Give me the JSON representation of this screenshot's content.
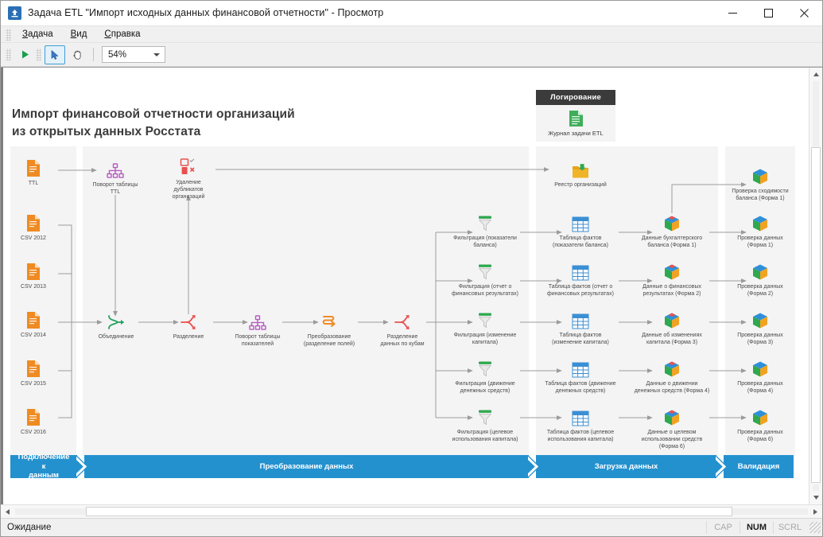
{
  "window": {
    "title": "Задача ETL \"Импорт исходных данных финансовой отчетности\" - Просмотр",
    "icon": "etl-app-icon",
    "minimize": "minimize-icon",
    "maximize": "maximize-icon",
    "close": "close-icon"
  },
  "menu": {
    "items": [
      {
        "accel": "З",
        "rest": "адача"
      },
      {
        "accel": "В",
        "rest": "ид"
      },
      {
        "accel": "С",
        "rest": "правка"
      }
    ]
  },
  "toolbar": {
    "run": "run-icon",
    "select_tool": "cursor-icon",
    "pan_tool": "hand-icon",
    "zoom_value": "54%"
  },
  "diagram": {
    "title_line1": "Импорт финансовой отчетности организаций",
    "title_line2": "из открытых данных Росстата",
    "logging": {
      "header": "Логирование",
      "node_label": "Журнал задачи ETL",
      "header_bg": "#3b3b3b",
      "icon": "log-file-icon"
    },
    "panel_bg": "#f4f4f4",
    "sources": [
      {
        "label": "TTL",
        "icon": "file-ttl-icon"
      },
      {
        "label": "CSV 2012",
        "icon": "file-csv-icon"
      },
      {
        "label": "CSV 2013",
        "icon": "file-csv-icon"
      },
      {
        "label": "CSV 2014",
        "icon": "file-csv-icon"
      },
      {
        "label": "CSV 2015",
        "icon": "file-csv-icon"
      },
      {
        "label": "CSV 2016",
        "icon": "file-csv-icon"
      }
    ],
    "transform": [
      {
        "label": "Поворот таблицы\nTTL",
        "icon": "pivot-icon",
        "color": "#b65bc0"
      },
      {
        "label": "Удаление\nдубликатов\nорганизаций",
        "icon": "dedupe-icon",
        "color": "#e8514f"
      },
      {
        "label": "Объединение",
        "icon": "merge-icon",
        "color": "#22a05c"
      },
      {
        "label": "Разделение",
        "icon": "split-icon",
        "color": "#e8514f"
      },
      {
        "label": "Поворот таблицы\nпоказателей",
        "icon": "pivot-icon",
        "color": "#b65bc0"
      },
      {
        "label": "Преобразование\n(разделение полей)",
        "icon": "convert-icon",
        "color": "#f08a24"
      },
      {
        "label": "Разделение\nданных по кубам",
        "icon": "split-icon",
        "color": "#e8514f"
      }
    ],
    "filters": [
      {
        "label": "Фильтрация (показатели\nбаланса)",
        "icon": "filter-icon"
      },
      {
        "label": "Фильтрация (отчет о\nфинансовых результатах)",
        "icon": "filter-icon"
      },
      {
        "label": "Фильтрация (изменение\nкапитала)",
        "icon": "filter-icon"
      },
      {
        "label": "Фильтрация (движение\nденежных средств)",
        "icon": "filter-icon"
      },
      {
        "label": "Фильтрация (целевое\nиспользования капитала)",
        "icon": "filter-icon"
      }
    ],
    "load": [
      {
        "label": "Реестр организаций",
        "icon": "folder-icon"
      },
      {
        "label": "Таблица фактов\n(показатели баланса)",
        "icon": "table-icon"
      },
      {
        "label": "Таблица фактов (отчет о\nфинансовых результатах)",
        "icon": "table-icon"
      },
      {
        "label": "Таблица фактов\n(изменение капитала)",
        "icon": "table-icon"
      },
      {
        "label": "Таблица фактов (движение\nденежных средств)",
        "icon": "table-icon"
      },
      {
        "label": "Таблица фактов (целевое\nиспользования капитала)",
        "icon": "table-icon"
      }
    ],
    "cubes": [
      {
        "label": "Данные бухгалтерского\nбаланса (Форма 1)",
        "icon": "cube-icon"
      },
      {
        "label": "Данные о финансовых\nрезультатах (Форма 2)",
        "icon": "cube-icon"
      },
      {
        "label": "Данные об изменениях\nкапитала (Форма 3)",
        "icon": "cube-icon"
      },
      {
        "label": "Данные о движении\nденежных средств (Форма 4)",
        "icon": "cube-icon"
      },
      {
        "label": "Данные о целевом\nиспользовании средств\n(Форма 6)",
        "icon": "cube-icon"
      }
    ],
    "validation": [
      {
        "label": "Проверка сходимости\nбаланса (Форма 1)",
        "icon": "cube-check-icon"
      },
      {
        "label": "Проверка данных\n(Форма 1)",
        "icon": "cube-check-icon"
      },
      {
        "label": "Проверка данных\n(Форма 2)",
        "icon": "cube-check-icon"
      },
      {
        "label": "Проверка данных\n(Форма 3)",
        "icon": "cube-check-icon"
      },
      {
        "label": "Проверка данных\n(Форма 4)",
        "icon": "cube-check-icon"
      },
      {
        "label": "Проверка данных\n(Форма 6)",
        "icon": "cube-check-icon"
      }
    ],
    "bands": [
      {
        "label": "Подключение к\nданным"
      },
      {
        "label": "Преобразование данных"
      },
      {
        "label": "Загрузка данных"
      },
      {
        "label": "Валидация"
      }
    ],
    "band_color": "#2491cf"
  },
  "status": {
    "text": "Ожидание",
    "indicators": [
      {
        "label": "CAP",
        "active": false
      },
      {
        "label": "NUM",
        "active": true
      },
      {
        "label": "SCRL",
        "active": false
      }
    ]
  }
}
